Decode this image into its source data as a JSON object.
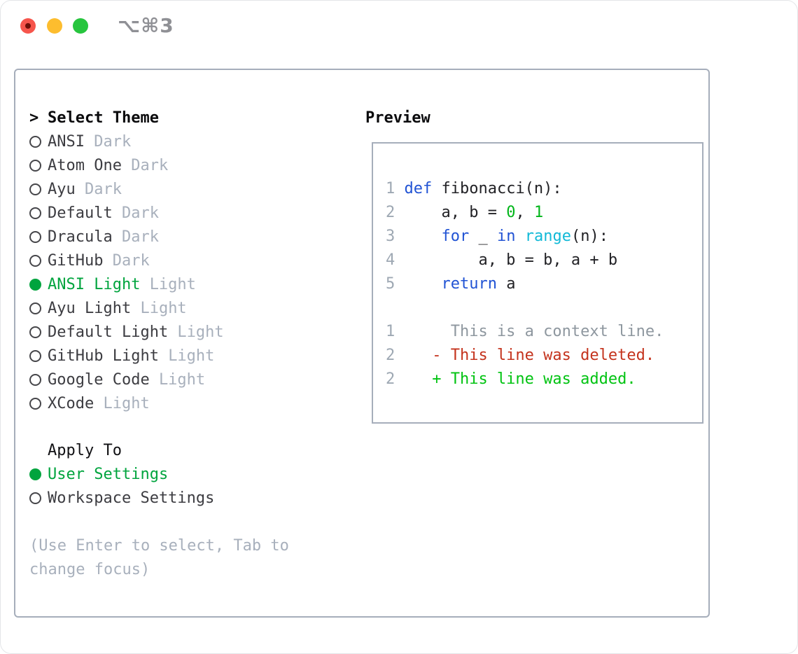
{
  "window": {
    "title": "⌥⌘3"
  },
  "colors": {
    "selection_green": "#00a43e",
    "added_green": "#00c311",
    "deleted_red": "#c4331d",
    "keyword_blue": "#2153d4",
    "builtin_cyan": "#12b9d7",
    "number_green": "#00b519",
    "muted_gray": "#a8b0bc",
    "line_number_gray": "#9ea8b3",
    "panel_border": "#a6aebb"
  },
  "theme_panel": {
    "cursor": ">",
    "header": "Select Theme",
    "items": [
      {
        "name": "ANSI",
        "tag": "Dark",
        "selected": false
      },
      {
        "name": "Atom One",
        "tag": "Dark",
        "selected": false
      },
      {
        "name": "Ayu",
        "tag": "Dark",
        "selected": false
      },
      {
        "name": "Default",
        "tag": "Dark",
        "selected": false
      },
      {
        "name": "Dracula",
        "tag": "Dark",
        "selected": false
      },
      {
        "name": "GitHub",
        "tag": "Dark",
        "selected": false
      },
      {
        "name": "ANSI Light",
        "tag": "Light",
        "selected": true
      },
      {
        "name": "Ayu Light",
        "tag": "Light",
        "selected": false
      },
      {
        "name": "Default Light",
        "tag": "Light",
        "selected": false
      },
      {
        "name": "GitHub Light",
        "tag": "Light",
        "selected": false
      },
      {
        "name": "Google Code",
        "tag": "Light",
        "selected": false
      },
      {
        "name": "XCode",
        "tag": "Light",
        "selected": false
      }
    ],
    "apply_header": "Apply To",
    "apply_items": [
      {
        "name": "User Settings",
        "selected": true
      },
      {
        "name": "Workspace Settings",
        "selected": false
      }
    ],
    "help": [
      "(Use Enter to select, Tab to",
      "change focus)"
    ]
  },
  "preview": {
    "header": "Preview",
    "code_lines": [
      {
        "ln": "1",
        "segments": [
          {
            "text": "def",
            "type": "keyword"
          },
          {
            "text": " fibonacci(n):",
            "type": "plain"
          }
        ]
      },
      {
        "ln": "2",
        "segments": [
          {
            "text": "    a, b = ",
            "type": "plain"
          },
          {
            "text": "0",
            "type": "number"
          },
          {
            "text": ", ",
            "type": "plain"
          },
          {
            "text": "1",
            "type": "number"
          }
        ]
      },
      {
        "ln": "3",
        "segments": [
          {
            "text": "    ",
            "type": "plain"
          },
          {
            "text": "for",
            "type": "keyword"
          },
          {
            "text": " _ ",
            "type": "plain"
          },
          {
            "text": "in",
            "type": "keyword"
          },
          {
            "text": " ",
            "type": "plain"
          },
          {
            "text": "range",
            "type": "builtin"
          },
          {
            "text": "(n):",
            "type": "plain"
          }
        ]
      },
      {
        "ln": "4",
        "segments": [
          {
            "text": "        a, b = b, a + b",
            "type": "plain"
          }
        ]
      },
      {
        "ln": "5",
        "segments": [
          {
            "text": "    ",
            "type": "plain"
          },
          {
            "text": "return",
            "type": "keyword"
          },
          {
            "text": " a",
            "type": "plain"
          }
        ]
      }
    ],
    "diff_lines": [
      {
        "ln": "1",
        "text": "     This is a context line.",
        "type": "context"
      },
      {
        "ln": "2",
        "text": "   - This line was deleted.",
        "type": "deleted"
      },
      {
        "ln": "2",
        "text": "   + This line was added.",
        "type": "added"
      }
    ]
  }
}
